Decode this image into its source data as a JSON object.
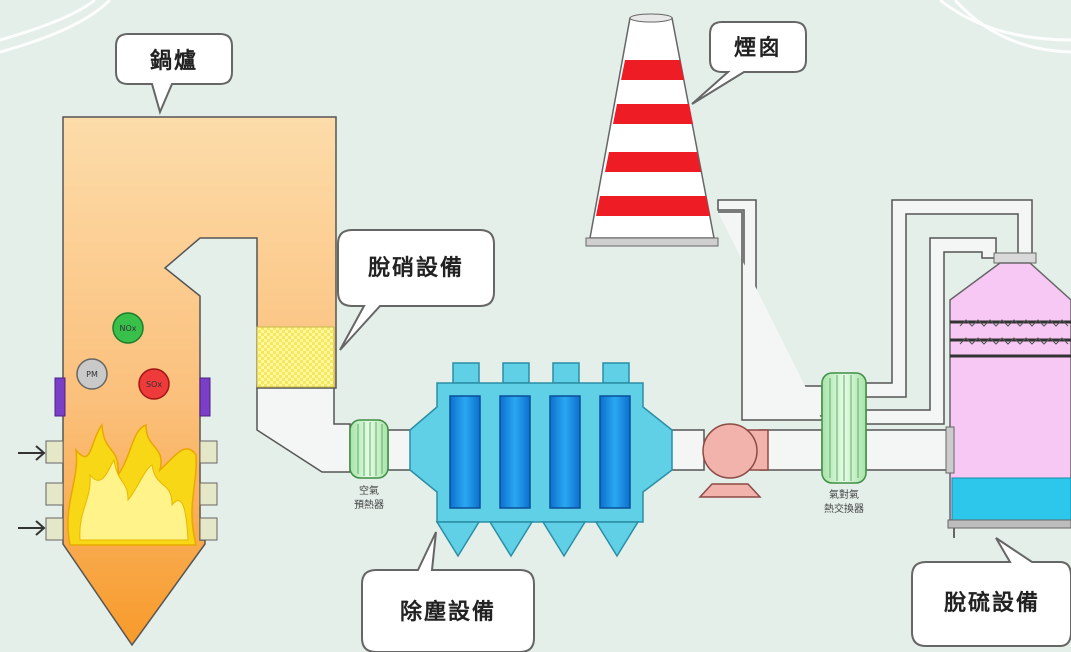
{
  "callouts": {
    "boiler": "鍋爐",
    "denox": "脫硝設備",
    "chimney": "煙囪",
    "dust": "除塵設備",
    "desulf": "脫硫設備"
  },
  "small_labels": {
    "air_preheater_line1": "空氣",
    "air_preheater_line2": "預熱器",
    "gas_gas_hx_line1": "氣對氣",
    "gas_gas_hx_line2": "熱交換器"
  },
  "pollutants": {
    "nox": "NOx",
    "pm": "PM",
    "sox": "SOx"
  },
  "colors": {
    "background": "#e4efe9",
    "boiler_top": "#fbd9a1",
    "boiler_bottom": "#f7a43a",
    "duct": "#f2f5f3",
    "esp_body": "#5fd0e6",
    "esp_plate": "#1d8fe0",
    "scrubber": "#f7c8f3",
    "scrubber_bottom": "#2cc7ea",
    "chimney_stripe": "#ee1c25",
    "heat_exchanger": "#bfeec0",
    "fan": "#f2b3ad"
  }
}
